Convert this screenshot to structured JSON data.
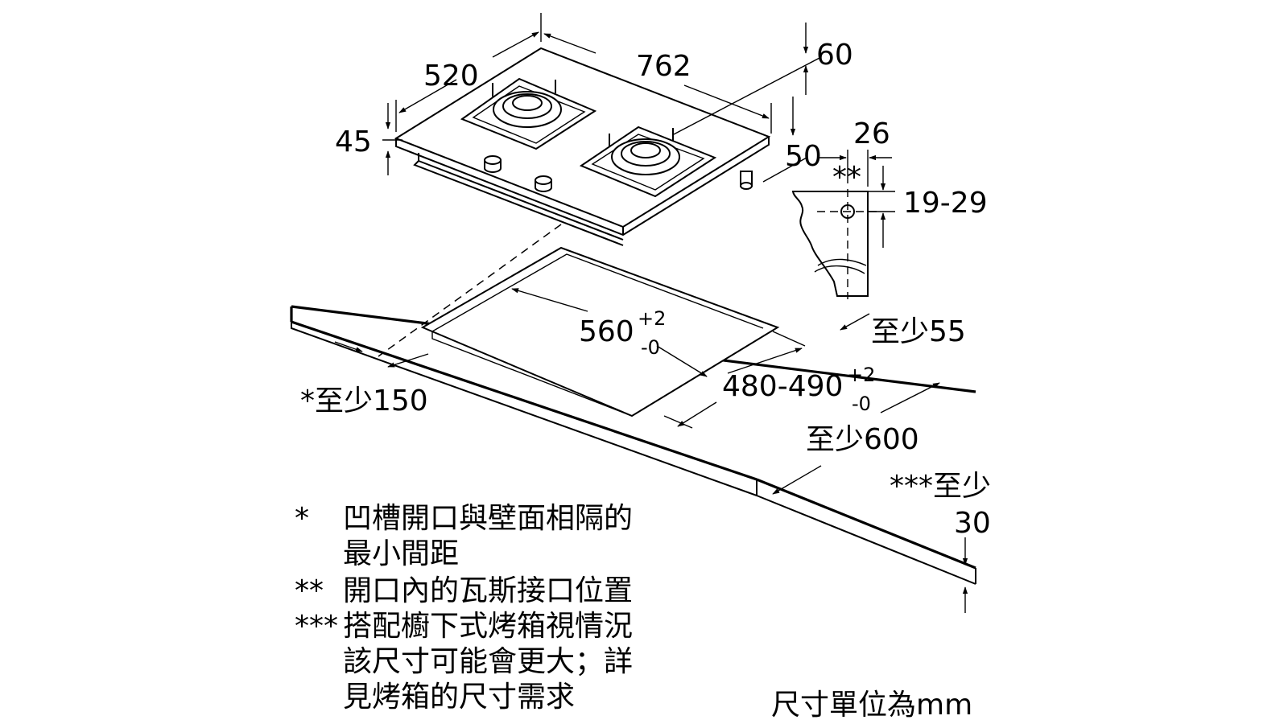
{
  "dimensions": {
    "depth": "520",
    "width": "762",
    "total_height": "60",
    "hob_height": "45",
    "side_offset": "50",
    "gas_inlet_offset": "26",
    "gas_inlet_mark": "**",
    "gas_inlet_height": "19-29",
    "min_back": "至少55",
    "cutout_width": "560",
    "cutout_width_tol_upper": "+2",
    "cutout_width_tol_lower": "-0",
    "cutout_depth": "480-490",
    "cutout_depth_tol_upper": "+2",
    "cutout_depth_tol_lower": "-0",
    "min_wall_gap": "*至少150",
    "min_counter_depth": "至少600",
    "min_thickness_label": "***至少",
    "min_thickness_value": "30"
  },
  "notes": [
    {
      "mark": "*",
      "lines": [
        "凹槽開口與壁面相隔的",
        "最小間距"
      ]
    },
    {
      "mark": "**",
      "lines": [
        "開口內的瓦斯接口位置"
      ]
    },
    {
      "mark": "***",
      "lines": [
        "搭配櫥下式烤箱視情況",
        "該尺寸可能會更大；詳",
        "見烤箱的尺寸需求"
      ]
    }
  ],
  "unit_note": "尺寸單位為mm"
}
